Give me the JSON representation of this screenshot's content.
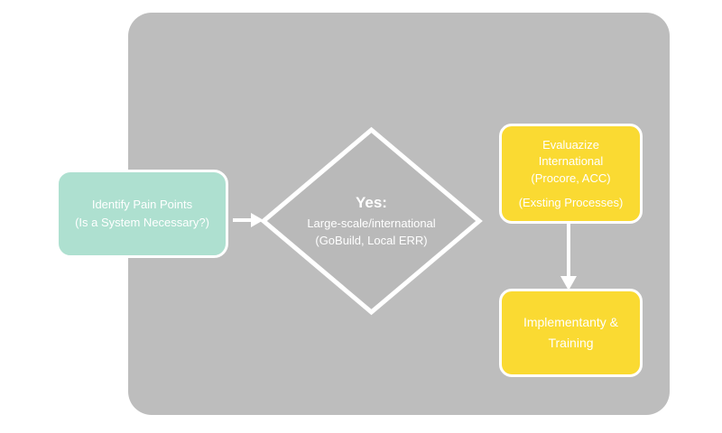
{
  "canvas": {
    "background_color": "#ffffff",
    "panel_color": "#bdbdbd"
  },
  "diagram": {
    "type": "flowchart",
    "title_text": "",
    "nodes": [
      {
        "id": "start",
        "shape": "rounded-rect",
        "fill": "#aee0d0",
        "text_color": "#ffffff",
        "lines": [
          "Identify Pain Points",
          "(Is a System Necessary?)"
        ]
      },
      {
        "id": "decision",
        "shape": "diamond",
        "fill": "#bdbdbd",
        "stroke": "#ffffff",
        "text_color": "#ffffff",
        "header": "Yes:",
        "lines": [
          "Large-scale/international",
          "(GoBuild, Local ERR)"
        ]
      },
      {
        "id": "evaluate",
        "shape": "rounded-rect",
        "fill": "#fada32",
        "text_color": "#ffffff",
        "lines": [
          "Evaluazize",
          "International",
          "(Procore, ACC)"
        ],
        "sub_lines": [
          "(Exsting Processes)"
        ]
      },
      {
        "id": "implementation",
        "shape": "rounded-rect",
        "fill": "#fada32",
        "text_color": "#ffffff",
        "lines": [
          "Implementanty &",
          "Training"
        ]
      }
    ],
    "edges": [
      {
        "id": "start-to-decision",
        "from": "start",
        "to": "decision",
        "direction": "right",
        "color": "#ffffff",
        "label": ""
      },
      {
        "id": "evaluate-to-implementation",
        "from": "evaluate",
        "to": "implementation",
        "direction": "down",
        "color": "#ffffff",
        "label": ""
      }
    ]
  },
  "start_box": {
    "line1": "Identify Pain Points",
    "line2": "(Is a System Necessary?)"
  },
  "decision": {
    "header": "Yes:",
    "line1": "Large-scale/international",
    "line2": "(GoBuild, Local ERR)"
  },
  "evaluate_box": {
    "line1": "Evaluazize",
    "line2": "International",
    "line3": "(Procore, ACC)",
    "line4": "(Exsting Processes)"
  },
  "implementation_box": {
    "line1": "Implementanty &",
    "line2": "Training"
  }
}
